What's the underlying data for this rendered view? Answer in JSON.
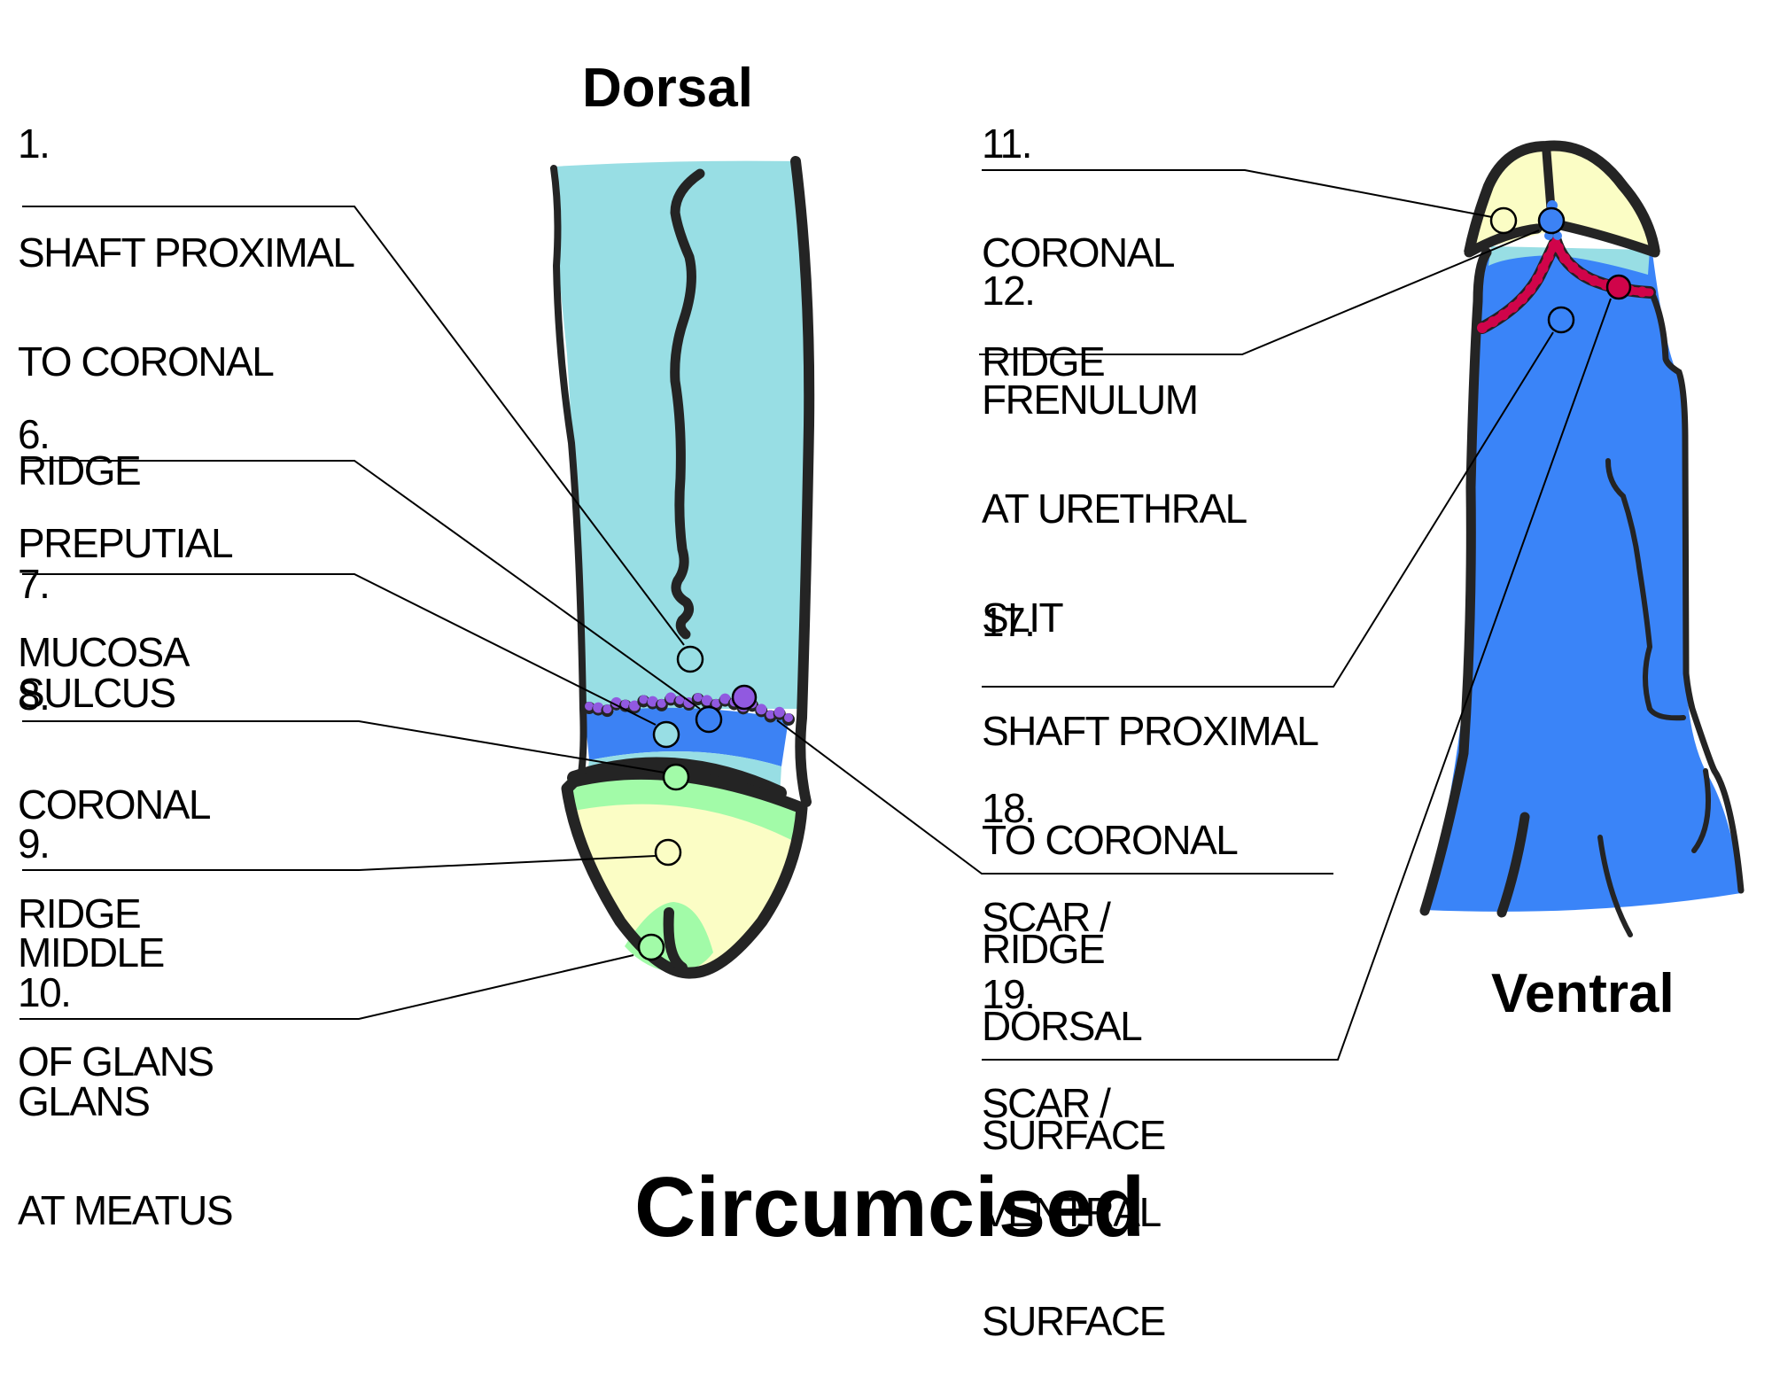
{
  "titles": {
    "dorsal": "Dorsal",
    "ventral": "Ventral",
    "main": "Circumcised"
  },
  "colors": {
    "shaft_outer_skin": "#98DEE4",
    "sulcus_band": "#3C82F4",
    "ventral_shaft": "#3A84F8",
    "scar_dorsal_dots": "#9159E0",
    "scar_ventral_dots": "#D0044A",
    "glans_rim": "#A2FBA8",
    "glans_body": "#FBFDC5",
    "outline": "#242424"
  },
  "labels_left": [
    {
      "id": "1",
      "number": "1.",
      "lines": [
        "SHAFT PROXIMAL",
        "TO CORONAL",
        "RIDGE"
      ]
    },
    {
      "id": "6",
      "number": "6.",
      "lines": [
        "PREPUTIAL",
        "MUCOSA"
      ]
    },
    {
      "id": "7",
      "number": "7.",
      "lines": [
        "SULCUS"
      ]
    },
    {
      "id": "8",
      "number": "8.",
      "lines": [
        "CORONAL",
        "RIDGE"
      ]
    },
    {
      "id": "9",
      "number": "9.",
      "lines": [
        "MIDDLE",
        "OF GLANS"
      ]
    },
    {
      "id": "10",
      "number": "10.",
      "lines": [
        "GLANS",
        "AT MEATUS"
      ]
    }
  ],
  "labels_right": [
    {
      "id": "11",
      "number": "11.",
      "lines": [
        "CORONAL",
        "RIDGE"
      ]
    },
    {
      "id": "12",
      "number": "12.",
      "lines": [
        "FRENULUM",
        "AT URETHRAL",
        "SLIT"
      ]
    },
    {
      "id": "17",
      "number": "17.",
      "lines": [
        "SHAFT PROXIMAL",
        "TO CORONAL",
        "RIDGE"
      ]
    },
    {
      "id": "18",
      "number": "18.",
      "lines": [
        "SCAR /",
        "DORSAL",
        "SURFACE"
      ]
    },
    {
      "id": "19",
      "number": "19.",
      "lines": [
        "SCAR /",
        "VENTRAL",
        "SURFACE"
      ]
    }
  ]
}
